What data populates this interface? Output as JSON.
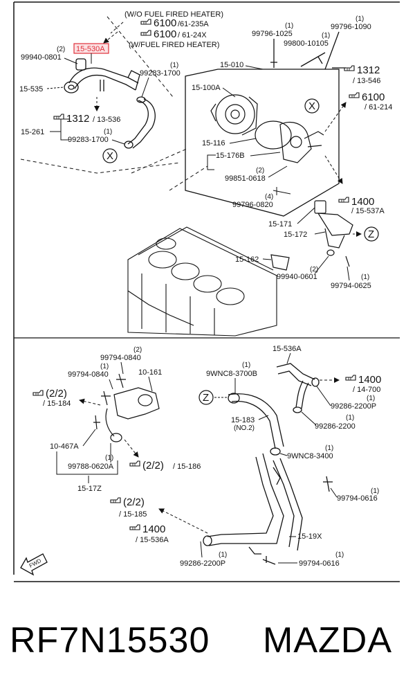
{
  "top_note": {
    "without": "(W/O FUEL FIRED HEATER)",
    "with": "(W/FUEL FIRED HEATER)",
    "ref1_main": "6100",
    "ref1_sub": "/61-235A",
    "ref2_main": "6100",
    "ref2_sub": "/ 61-24X"
  },
  "highlight_part": "15-530A",
  "labels": {
    "q2a": "(2)",
    "p99940_0801": "99940-0801",
    "p15_535": "15-535",
    "q1a": "(1)",
    "p99283_1700a": "99283-1700",
    "ref1312a_main": "1312",
    "ref1312a_sub": "/ 13-536",
    "p15_261": "15-261",
    "q1b": "(1)",
    "p99283_1700b": "99283-1700",
    "x1": "X",
    "p15_010": "15-010",
    "p15_100a": "15-100A",
    "p15_116": "15-116",
    "p15_176b": "15-176B",
    "q2b": "(2)",
    "p99851_0618": "99851-0618",
    "q4": "(4)",
    "p99796_0820": "99796-0820",
    "x2": "X",
    "q1c": "(1)",
    "p99796_1025": "99796-1025",
    "q1d": "(1)",
    "p99800_10105": "99800-10105",
    "q1e": "(1)",
    "p99796_1090": "99796-1090",
    "ref1312b_main": "1312",
    "ref1312b_sub": "/ 13-546",
    "ref6100c_main": "6100",
    "ref6100c_sub": "/ 61-214",
    "ref1400a_main": "1400",
    "ref1400a_sub": "/ 15-537A",
    "p15_171": "15-171",
    "p15_172": "15-172",
    "z1": "Z",
    "p15_162": "15-162",
    "q2c": "(2)",
    "p99940_0601": "99940-0601",
    "q1f": "(1)",
    "p99794_0625": "99794-0625",
    "q2d": "(2)",
    "p99794_0840a": "99794-0840",
    "q1g": "(1)",
    "p99794_0840b": "99794-0840",
    "p10_161": "10-161",
    "ref22a_main": "(2/2)",
    "ref22a_sub": "/ 15-184",
    "p10_467a": "10-467A",
    "q1h": "(1)",
    "p99788_0620a": "99788-0620A",
    "ref22b_main": "(2/2)",
    "ref22b_sub": "/ 15-186",
    "p15_17z": "15-17Z",
    "ref22c_main": "(2/2)",
    "ref22c_sub": "/ 15-185",
    "ref1400b_main": "1400",
    "ref1400b_sub": "/ 15-536A",
    "q1i": "(1)",
    "p99286_2200p_a": "99286-2200P",
    "p15_536a": "15-536A",
    "q1j": "(1)",
    "p9wnc8_3700b": "9WNC8-3700B",
    "z2": "Z",
    "p15_183": "15-183",
    "no2": "(NO.2)",
    "ref1400c_main": "1400",
    "ref1400c_sub": "/ 14-700",
    "q1k": "(1)",
    "p99286_2200p_b": "99286-2200P",
    "q1l": "(1)",
    "p99286_2200": "99286-2200",
    "q1m": "(1)",
    "p9wnc8_3400": "9WNC8-3400",
    "q1n": "(1)",
    "p99794_0616a": "99794-0616",
    "p15_19x": "15-19X",
    "q1o": "(1)",
    "p99794_0616b": "99794-0616",
    "fwd": "FWD"
  },
  "footer": {
    "part_number": "RF7N15530",
    "brand": "MAZDA"
  },
  "colors": {
    "highlight": "#e0303a",
    "line": "#111111"
  }
}
